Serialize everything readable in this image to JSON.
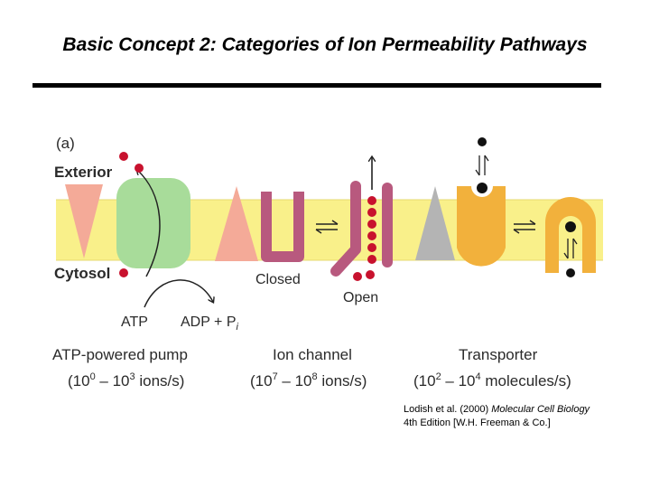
{
  "slide": {
    "title": "Basic Concept 2: Categories of Ion Permeability Pathways"
  },
  "figure": {
    "panel_label": "(a)",
    "side_labels": {
      "exterior": "Exterior",
      "cytosol": "Cytosol"
    },
    "pump": {
      "atp": "ATP",
      "adp": "ADP + P",
      "pi_subscript": "i",
      "name": "ATP-powered pump",
      "rate": {
        "prefix": "(10",
        "exp1": "0",
        "mid": " – 10",
        "exp2": "3",
        "suffix": " ions/s)"
      }
    },
    "channel": {
      "closed": "Closed",
      "open": "Open",
      "name": "Ion channel",
      "rate": {
        "prefix": "(10",
        "exp1": "7",
        "mid": " – 10",
        "exp2": "8",
        "suffix": " ions/s)"
      }
    },
    "transporter": {
      "name": "Transporter",
      "rate": {
        "prefix": "(10",
        "exp1": "2",
        "mid": " – 10",
        "exp2": "4",
        "suffix": " molecules/s)"
      }
    },
    "colors": {
      "membrane": "#f9f08a",
      "pump_body": "#a8dc9a",
      "cone": "#f4aa98",
      "channel": "#b8597e",
      "ion": "#c8122e",
      "gray_cone": "#b4b4b4",
      "transporter": "#f2b13c",
      "molecule": "#111111"
    }
  },
  "citation": {
    "line1_prefix": "Lodish et al. (2000) ",
    "line1_title": "Molecular Cell Biology",
    "line2": "4th Edition [W.H. Freeman & Co.]"
  }
}
